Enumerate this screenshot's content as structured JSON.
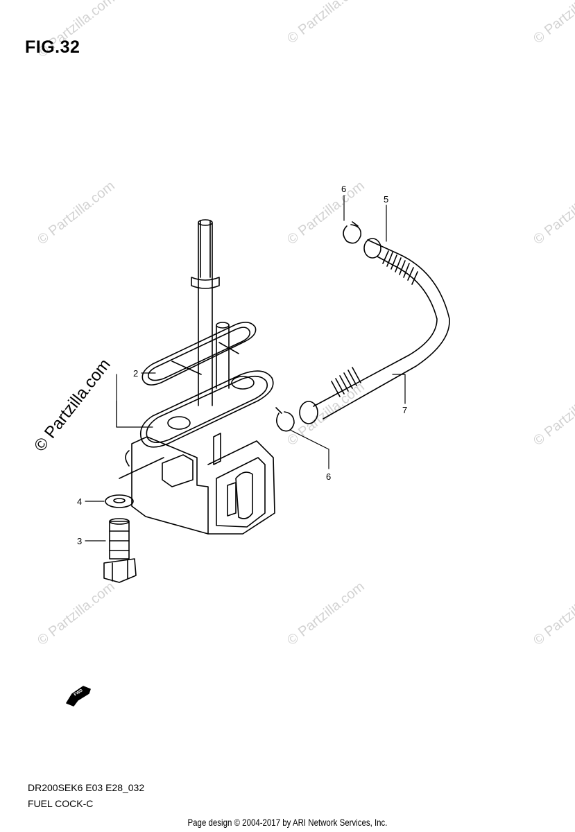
{
  "figure": {
    "title": "FIG.32",
    "model_code": "DR200SEK6 E03 E28_032",
    "section_name": "FUEL COCK-C"
  },
  "callouts": [
    {
      "id": "c2",
      "label": "2"
    },
    {
      "id": "c3",
      "label": "3"
    },
    {
      "id": "c4",
      "label": "4"
    },
    {
      "id": "c5",
      "label": "5"
    },
    {
      "id": "c6a",
      "label": "6"
    },
    {
      "id": "c6b",
      "label": "6"
    },
    {
      "id": "c7",
      "label": "7"
    }
  ],
  "fwd_label": "FWD",
  "watermark": {
    "text": "© Partzilla.com",
    "side_text": "© Partzilla.com"
  },
  "footer": "Page design © 2004-2017 by ARI Network Services, Inc."
}
